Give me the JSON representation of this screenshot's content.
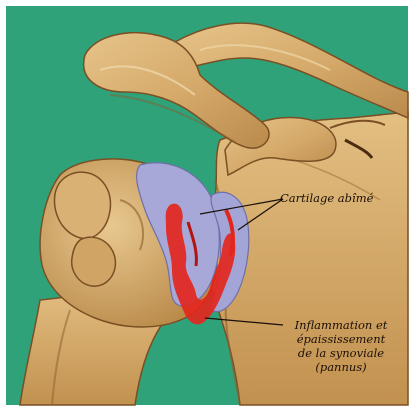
{
  "labels": {
    "cartilage": "Cartilage abîmé",
    "inflammation": [
      "Inflammation et",
      "épaississement",
      "de la synoviale",
      "(pannus)"
    ]
  },
  "colors": {
    "background": "#2fa27a",
    "bone": "#d8b173",
    "bone_shadow": "#8a5d2e",
    "cartilage": "#a7a8d8",
    "inflammation": "#e3261d"
  }
}
